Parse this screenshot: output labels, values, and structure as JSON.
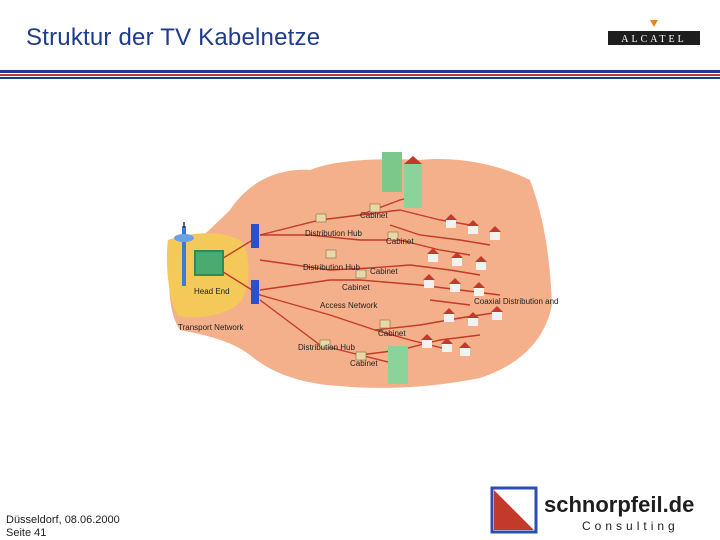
{
  "slide": {
    "title": "Struktur der TV Kabelnetze",
    "footer_line1": "Düsseldorf, 08.06.2000",
    "footer_line2": "Seite 41"
  },
  "logos": {
    "alcatel": "ALCATEL",
    "schnorpfeil": "schnorpfeil.de",
    "consulting": "Consulting"
  },
  "diagram": {
    "labels": {
      "cabinet": "Cabinet",
      "distribution_hub": "Distribution Hub",
      "head_end": "Head End",
      "transport_network": "Transport Network",
      "access_network": "Access Network",
      "coaxial": "Coaxial Distribution and Drop Network"
    }
  },
  "colors": {
    "title": "#1f3b8c",
    "rule_red": "#c23a3a",
    "land": "#f4b08a",
    "head_end_area": "#f5c85a",
    "lines": "#c43a2a"
  }
}
